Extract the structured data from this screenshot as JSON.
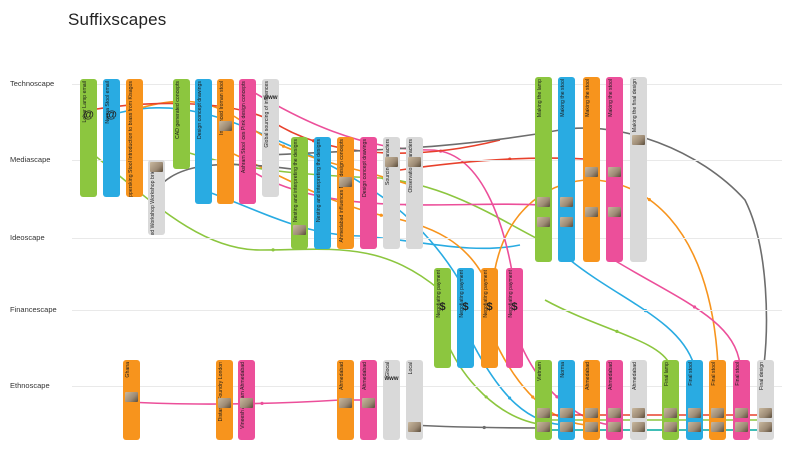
{
  "title": "Suffixscapes",
  "scapes": [
    {
      "id": "techno",
      "label": "Technoscape"
    },
    {
      "id": "media",
      "label": "Mediascape"
    },
    {
      "id": "ideo",
      "label": "Ideoscape"
    },
    {
      "id": "finance",
      "label": "Financescape"
    },
    {
      "id": "ethno",
      "label": "Ethnoscape"
    }
  ],
  "colors": {
    "green": "#8cc63f",
    "blue": "#29abe2",
    "orange": "#f7941d",
    "pink": "#ec4f9a",
    "grey": "#d9d9d9",
    "red": "#e8412c",
    "teal": "#00a99d",
    "darkgrey": "#6d6d6d",
    "photo": "#9c8a74"
  },
  "cards": [
    {
      "label": "Lohar Lamp\nemail",
      "color": "green",
      "symbol": "@"
    },
    {
      "label": "Nerma Stool\nemail",
      "color": "blue",
      "symbol": "@"
    },
    {
      "label": "Coppersking Stool\nIntroduction to brass from Kisagos",
      "color": "orange"
    },
    {
      "label": "Translocated Workshop\nWorkshop briefing",
      "color": "grey"
    },
    {
      "label": "CAD generated concepts",
      "color": "green"
    },
    {
      "label": "Design concept drawings",
      "color": "blue"
    },
    {
      "label": "Influenced\nIroman stool",
      "color": "orange"
    },
    {
      "label": "Ahmedabad influences\nPink design concepts",
      "color": "pink"
    },
    {
      "label": "Ashram Stool",
      "color": "pink"
    },
    {
      "label": "Global sourcing\nof influences",
      "color": "grey",
      "symbol": "www"
    },
    {
      "label": "Nesting and interpreting\nthe designs",
      "color": "green"
    },
    {
      "label": "Nesting and interpreting\nthe designs",
      "color": "blue"
    },
    {
      "label": "Ahmedabad influences\nNew design concepts",
      "color": "orange"
    },
    {
      "label": "Design concept\ndrawings",
      "color": "pink"
    },
    {
      "label": "Sourcing characters",
      "color": "grey"
    },
    {
      "label": "Observation characters",
      "color": "grey"
    },
    {
      "label": "Negotiating\npayment",
      "color": "green",
      "symbol": "$"
    },
    {
      "label": "Negotiating\npayment",
      "color": "blue",
      "symbol": "$"
    },
    {
      "label": "Negotiating\npayment",
      "color": "orange",
      "symbol": "$"
    },
    {
      "label": "Negotiating\npayment",
      "color": "pink",
      "symbol": "$"
    },
    {
      "label": "Making the lamp",
      "color": "green"
    },
    {
      "label": "Making the stool",
      "color": "blue"
    },
    {
      "label": "Making the stool",
      "color": "orange"
    },
    {
      "label": "Making the stool",
      "color": "pink"
    },
    {
      "label": "Making the final\ndesign",
      "color": "grey"
    },
    {
      "label": "Ghana",
      "color": "orange"
    },
    {
      "label": "Distance Foundry\nLondon",
      "color": "orange"
    },
    {
      "label": "Vineesh Ashram\nAhmedabad",
      "color": "pink"
    },
    {
      "label": "Ahmedabad",
      "color": "orange"
    },
    {
      "label": "Ahmedabad",
      "color": "pink"
    },
    {
      "label": "Glocal",
      "color": "grey",
      "symbol": "www"
    },
    {
      "label": "Local",
      "color": "grey"
    },
    {
      "label": "Vietnam",
      "color": "green"
    },
    {
      "label": "Norma",
      "color": "blue"
    },
    {
      "label": "Ahmedabad",
      "color": "orange"
    },
    {
      "label": "Ahmedabad",
      "color": "pink"
    },
    {
      "label": "Ahmedabad",
      "color": "grey"
    },
    {
      "label": "Final lamp",
      "color": "green"
    },
    {
      "label": "Final stool",
      "color": "blue"
    },
    {
      "label": "Final stool",
      "color": "orange"
    },
    {
      "label": "Final stool",
      "color": "pink"
    },
    {
      "label": "Final design",
      "color": "grey"
    }
  ]
}
